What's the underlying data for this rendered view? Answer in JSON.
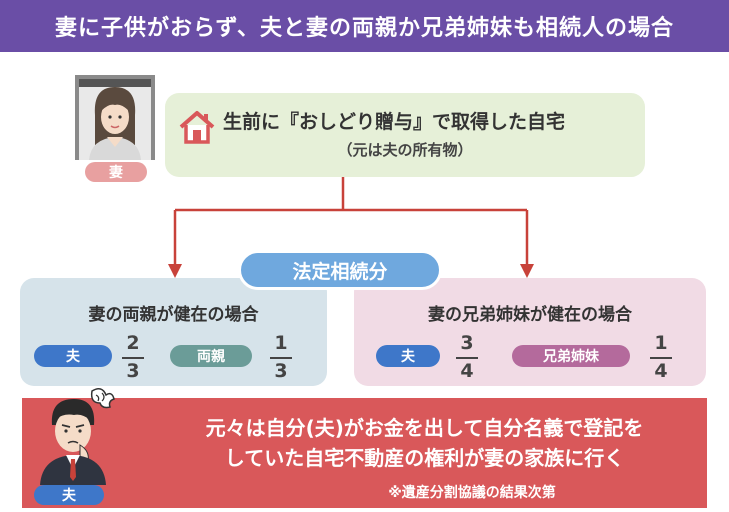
{
  "title": "妻に子供がおらず、夫と妻の両親か兄弟姉妹も相続人の場合",
  "colors": {
    "title_bg": "#6a4ea6",
    "top_box_bg": "#e6f0d8",
    "arrow": "#c8423a",
    "legal_pill": "#6fa8de",
    "case_left_bg": "#d6e3ea",
    "case_right_bg": "#f1dbe5",
    "husband_pill": "#3e77c9",
    "parents_pill": "#6b9c98",
    "siblings_pill": "#b46a9c",
    "bottom_bg": "#d9585a"
  },
  "top": {
    "icon": "house-icon",
    "line1": "生前に『おしどり贈与』で取得した自宅",
    "line2": "（元は夫の所有物）"
  },
  "wife_badge": "妻",
  "legal_share_label": "法定相続分",
  "cases": [
    {
      "title": "妻の両親が健在の場合",
      "heirs": [
        {
          "label": "夫",
          "numerator": "2",
          "denominator": "3"
        },
        {
          "label": "両親",
          "numerator": "1",
          "denominator": "3"
        }
      ]
    },
    {
      "title": "妻の兄弟姉妹が健在の場合",
      "heirs": [
        {
          "label": "夫",
          "numerator": "3",
          "denominator": "4"
        },
        {
          "label": "兄弟姉妹",
          "numerator": "1",
          "denominator": "4"
        }
      ]
    }
  ],
  "bottom": {
    "line1": "元々は自分(夫)がお金を出して自分名義で登記を",
    "line2": "していた自宅不動産の権利が妻の家族に行く",
    "note": "※遺産分割協議の結果次第"
  },
  "husband_badge": "夫"
}
